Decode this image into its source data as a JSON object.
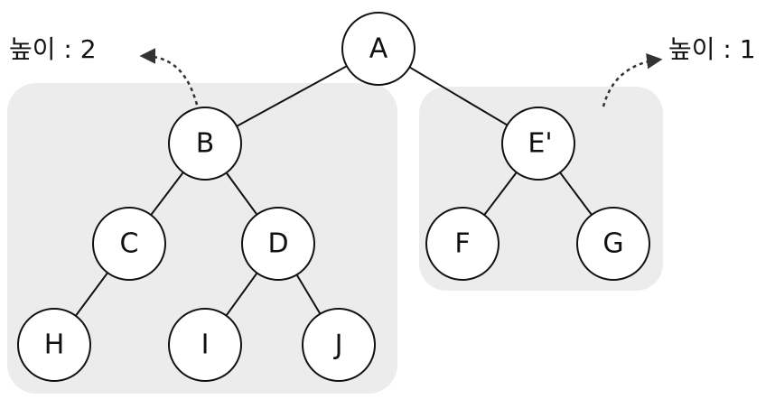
{
  "subtrees": {
    "left": {
      "height_label": "높이 : 2"
    },
    "right": {
      "height_label": "높이 : 1"
    }
  },
  "nodes": {
    "A": "A",
    "B": "B",
    "C": "C",
    "D": "D",
    "E": "E'",
    "F": "F",
    "G": "G",
    "H": "H",
    "I": "I",
    "J": "J"
  },
  "colors": {
    "subtree_fill": "#ececec",
    "node_fill": "#ffffff",
    "stroke": "#111111",
    "arrow": "#333333"
  }
}
